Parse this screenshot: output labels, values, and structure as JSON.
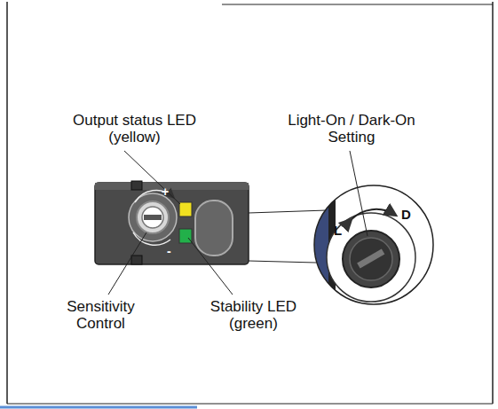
{
  "diagram": {
    "labels": [
      "Output status LED (yellow)",
      "Light-On / Dark-On Setting",
      "Sensitivity Control",
      "Stability LED (green)",
      "+",
      "-",
      "L",
      "D"
    ]
  }
}
